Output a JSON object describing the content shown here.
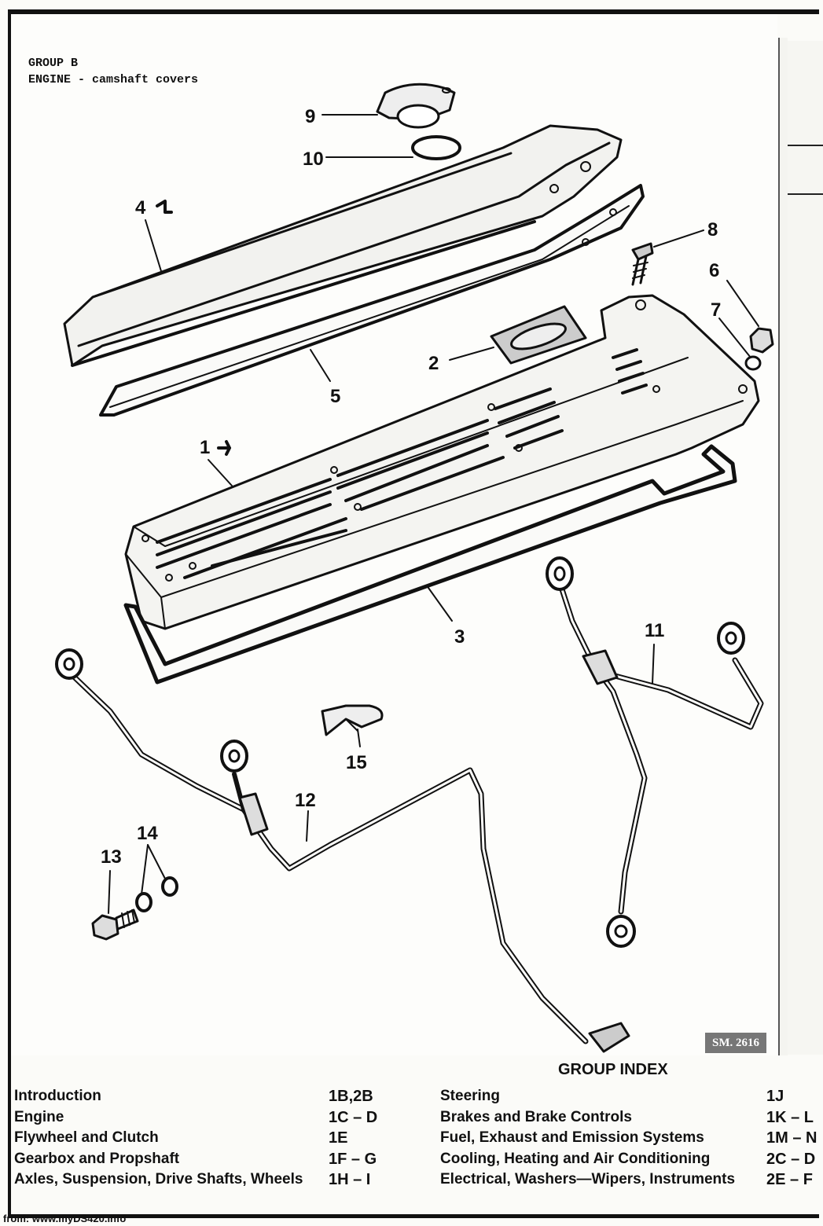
{
  "header": {
    "group": "GROUP B",
    "title": "ENGINE - camshaft covers"
  },
  "callouts": {
    "c1": "1",
    "c2": "2",
    "c3": "3",
    "c4": "4",
    "c5": "5",
    "c6": "6",
    "c7": "7",
    "c8": "8",
    "c9": "9",
    "c10": "10",
    "c11": "11",
    "c12": "12",
    "c13": "13",
    "c14": "14",
    "c15": "15"
  },
  "drawing_ref": "SM. 2616",
  "group_index": {
    "title": "GROUP INDEX",
    "left": [
      {
        "label": "Introduction",
        "code": "1B,2B"
      },
      {
        "label": "Engine",
        "code": "1C – D"
      },
      {
        "label": "Flywheel and Clutch",
        "code": "1E"
      },
      {
        "label": "Gearbox and Propshaft",
        "code": "1F – G"
      },
      {
        "label": "Axles, Suspension, Drive Shafts, Wheels",
        "code": "1H – I"
      }
    ],
    "right": [
      {
        "label": "Steering",
        "code": "1J"
      },
      {
        "label": "Brakes and Brake Controls",
        "code": "1K – L"
      },
      {
        "label": "Fuel, Exhaust and Emission Systems",
        "code": "1M – N"
      },
      {
        "label": "Cooling, Heating and Air Conditioning",
        "code": "2C – D"
      },
      {
        "label": "Electrical, Washers—Wipers, Instruments",
        "code": "2E – F"
      }
    ]
  },
  "footer": "from: www.myDS420.info"
}
